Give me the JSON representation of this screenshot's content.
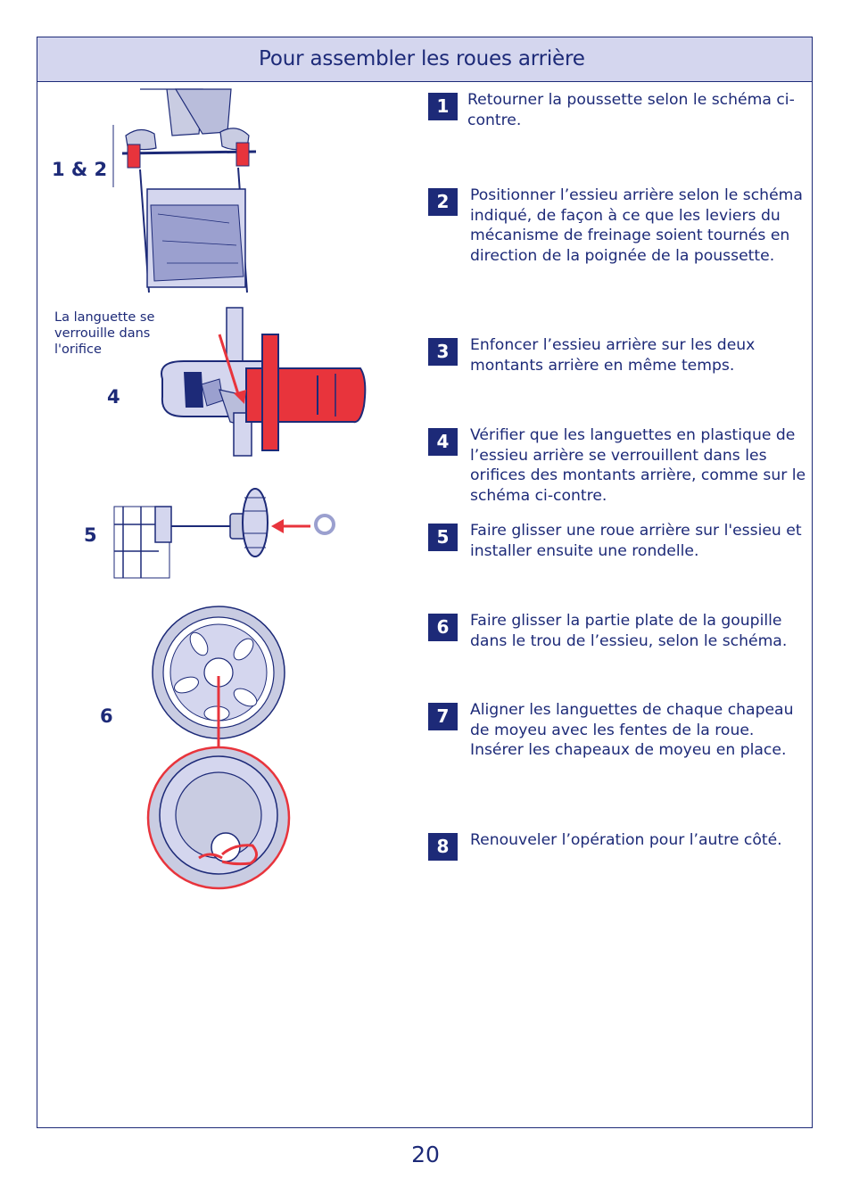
{
  "header": {
    "title": "Pour assembler les roues arrière"
  },
  "figures": {
    "fig_1_2_label": "1 & 2",
    "fig_4_label": "4",
    "fig_4_callout": "La languette se verrouille dans l'orifice",
    "fig_5_label": "5",
    "fig_6_label": "6"
  },
  "steps": [
    {
      "number": "1",
      "text": "Retourner la poussette selon le schéma ci-contre."
    },
    {
      "number": "2",
      "text": "Positionner l’essieu arrière selon le schéma indiqué, de façon à ce que les leviers du mécanisme de freinage soient tournés en direction de la poignée de la poussette."
    },
    {
      "number": "3",
      "text": "Enfoncer l’essieu arrière sur les deux montants arrière en même temps."
    },
    {
      "number": "4",
      "text": "Vérifier que les languettes en plastique de l’essieu arrière se verrouillent dans les orifices des montants arrière, comme sur le schéma ci-contre."
    },
    {
      "number": "5",
      "text": "Faire glisser une roue arrière sur l'essieu et installer ensuite une rondelle."
    },
    {
      "number": "6",
      "text": "Faire glisser la partie plate de la goupille dans le trou de l’essieu, selon le schéma."
    },
    {
      "number": "7",
      "text": "Aligner les languettes de chaque chapeau de moyeu avec les fentes de la roue. Insérer les chapeaux de moyeu en place."
    },
    {
      "number": "8",
      "text": "Renouveler l’opération pour l’autre côté."
    }
  ],
  "page_number": "20",
  "colors": {
    "navy": "#1d2a78",
    "header_bg": "#d4d6ee",
    "accent_red": "#e8343c"
  }
}
